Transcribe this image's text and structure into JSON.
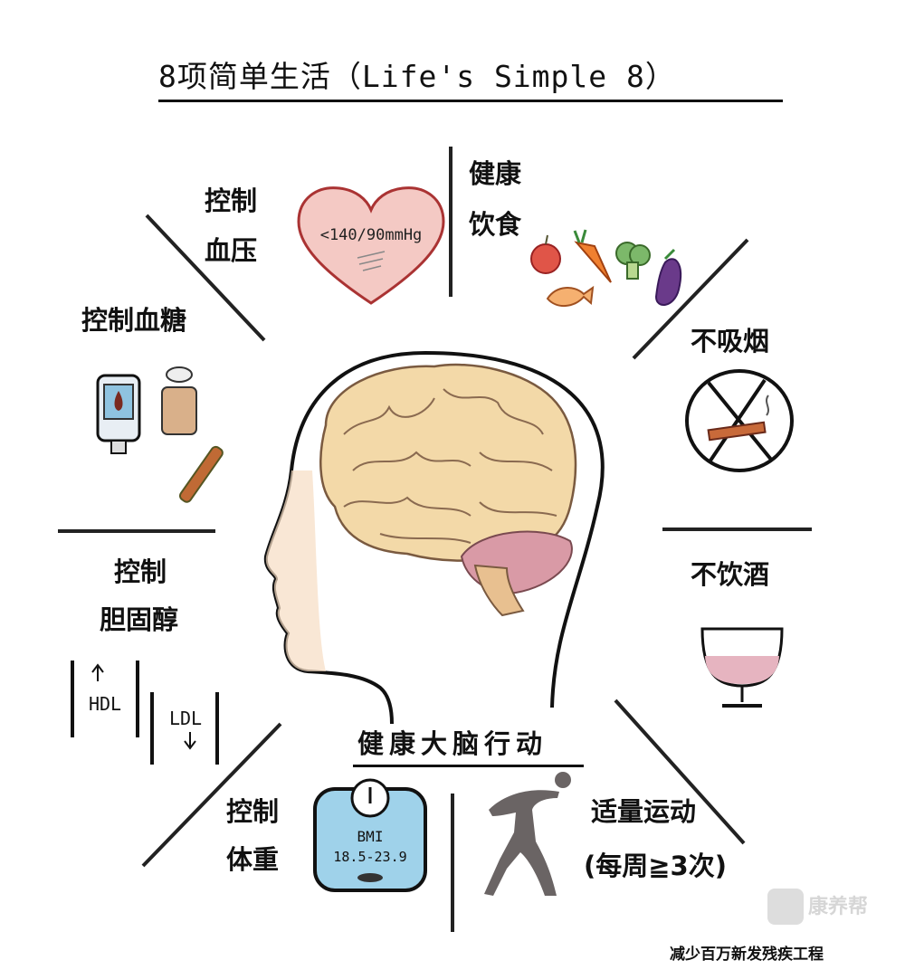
{
  "title": "8项简单生活（Life's Simple 8）",
  "center": {
    "label": "健康大脑行动"
  },
  "sections": {
    "blood_pressure": {
      "line1": "控制",
      "line2": "血压",
      "annotation": "<140/90mmHg"
    },
    "diet": {
      "line1": "健康",
      "line2": "饮食"
    },
    "smoking": {
      "label": "不吸烟"
    },
    "alcohol": {
      "label": "不饮酒"
    },
    "blood_sugar": {
      "label": "控制血糖"
    },
    "cholesterol": {
      "line1": "控制",
      "line2": "胆固醇",
      "hdl": "HDL",
      "ldl": "LDL"
    },
    "weight": {
      "line1": "控制",
      "line2": "体重",
      "bmi_label": "BMI",
      "bmi_range": "18.5-23.9"
    },
    "exercise": {
      "line1": "适量运动",
      "line2": "(每周≧3次)"
    }
  },
  "footer": {
    "text": "减少百万新发残疾工程"
  },
  "watermark": {
    "text": "康养帮"
  },
  "colors": {
    "ink": "#111111",
    "heart": "#f4c9c4",
    "brain": "#f3d9a8",
    "cerebellum": "#d99aa6",
    "scale": "#9fd2ea",
    "wine": "#e6b4c0",
    "skin": "#f6ddc3"
  }
}
